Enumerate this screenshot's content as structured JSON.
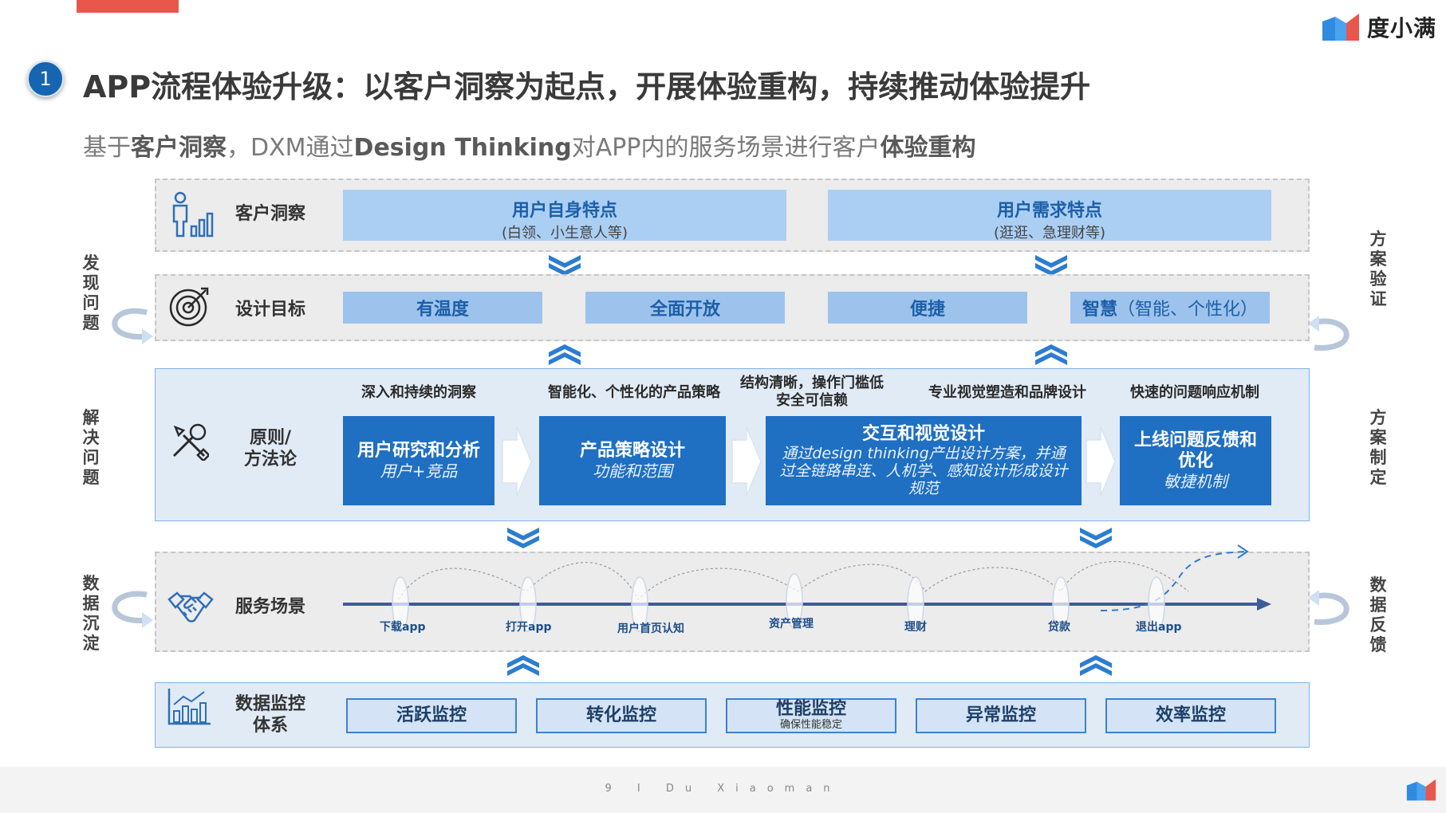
{
  "brand": {
    "logo_text": "度小满",
    "accent": "#e9574c",
    "blue": "#1f6fc2"
  },
  "header": {
    "badge": "1",
    "title": "APP流程体验升级：以客户洞察为起点，开展体验重构，持续推动体验提升",
    "subtitle_parts": [
      "基于",
      "客户洞察",
      "，DXM通过",
      "Design Thinking",
      "对APP内的服务场景进行客户",
      "体验重构"
    ]
  },
  "side_left": {
    "discover": "发现问题",
    "solve": "解决问题",
    "deposit": "数据沉淀"
  },
  "side_right": {
    "verify": "方案验证",
    "make": "方案制定",
    "feedback": "数据反馈"
  },
  "rows": {
    "insight": {
      "label": "客户洞察",
      "boxes": [
        {
          "title": "用户自身特点",
          "sub": "(白领、小生意人等)"
        },
        {
          "title": "用户需求特点",
          "sub": "(逛逛、急理财等)"
        }
      ]
    },
    "goals": {
      "label": "设计目标",
      "items": [
        "有温度",
        "全面开放",
        "便捷"
      ],
      "last_bold": "智慧",
      "last_light": "（智能、个性化）"
    },
    "methods": {
      "label_line1": "原则/",
      "label_line2": "方法论",
      "heads": [
        "深入和持续的洞察",
        "智能化、个性化的产品策略",
        "结构清晰，操作门槛低",
        "安全可信赖",
        "专业视觉塑造和品牌设计",
        "快速的问题响应机制"
      ],
      "boxes": [
        {
          "title": "用户研究和分析",
          "sub": "用户+竞品"
        },
        {
          "title": "产品策略设计",
          "sub": "功能和范围"
        },
        {
          "title": "交互和视觉设计",
          "sub": "通过design thinking产出设计方案，并通过全链路串连、人机学、感知设计形成设计规范"
        },
        {
          "title": "上线问题反馈和优化",
          "sub": "敏捷机制"
        }
      ]
    },
    "scenes": {
      "label": "服务场景",
      "points": [
        "下载app",
        "打开app",
        "用户首页认知",
        "资产管理",
        "理财",
        "贷款",
        "退出app"
      ]
    },
    "monitor": {
      "label_line1": "数据监控",
      "label_line2": "体系",
      "boxes": [
        {
          "title": "活跃监控",
          "sub": ""
        },
        {
          "title": "转化监控",
          "sub": ""
        },
        {
          "title": "性能监控",
          "sub": "确保性能稳定"
        },
        {
          "title": "异常监控",
          "sub": ""
        },
        {
          "title": "效率监控",
          "sub": ""
        }
      ]
    }
  },
  "footer": {
    "page": "9",
    "sep": "I",
    "brand_en": "Du Xiaoman"
  },
  "icons": [
    "person-chart-icon",
    "target-icon",
    "tools-icon",
    "handshake-icon",
    "bar-chart-icon",
    "double-chevron-down-icon",
    "double-chevron-up-icon",
    "cycle-arrow-icon",
    "logo-icon"
  ]
}
